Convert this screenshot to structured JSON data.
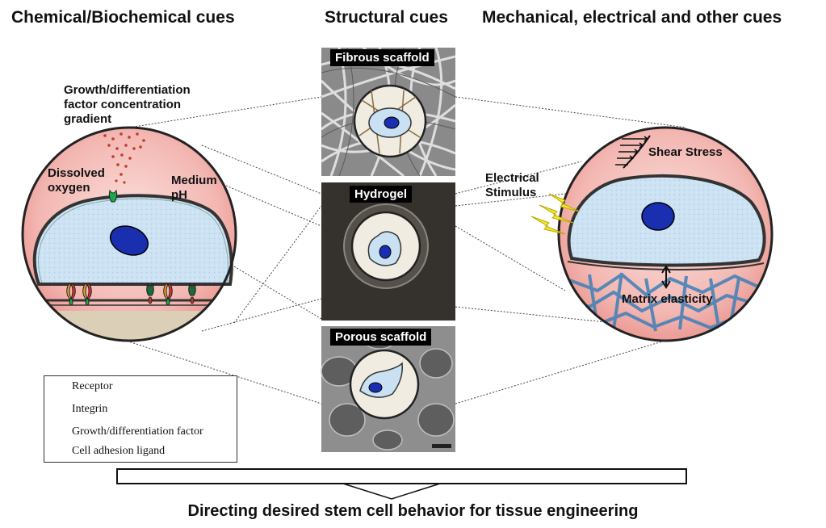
{
  "headings": {
    "chemical": "Chemical/Biochemical cues",
    "structural": "Structural cues",
    "mechanical": "Mechanical, electrical and other cues"
  },
  "left_circle": {
    "gradient_label": [
      "Growth/differentiation",
      "factor concentration",
      "gradient"
    ],
    "oxygen_label": [
      "Dissolved",
      "oxygen"
    ],
    "ph_label": [
      "Medium",
      "pH"
    ]
  },
  "panels": {
    "fibrous": "Fibrous scaffold",
    "hydrogel": "Hydrogel",
    "porous": "Porous scaffold"
  },
  "right_circle": {
    "shear": "Shear Stress",
    "electrical": [
      "Electrical",
      "Stimulus"
    ],
    "matrix": "Matrix elasticity"
  },
  "legend": {
    "receptor": "Receptor",
    "integrin": "Integrin",
    "factor": "Growth/differentiation factor",
    "ligand": "Cell adhesion ligand"
  },
  "bottom": "Directing desired stem cell behavior for tissue engineering",
  "colors": {
    "circle_pink": "#f2b8b4",
    "cell_blue": "#c9e1f3",
    "nucleus": "#1a2fb0",
    "substrate": "#dccfb8",
    "factor_dot": "#c0392b",
    "ligand_green": "#1aa84a",
    "bolt_yellow": "#f5ea2a"
  }
}
